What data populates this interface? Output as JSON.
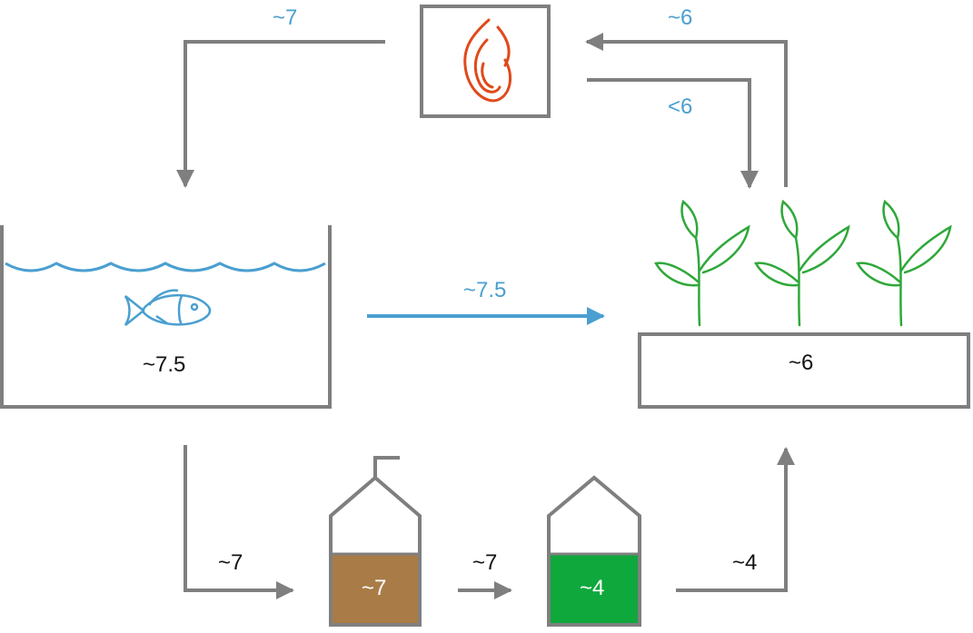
{
  "labels": {
    "heater_to_fish": "~7",
    "plants_to_heater": "~6",
    "heater_to_plants": "<6",
    "fish_tank_ph": "~7.5",
    "fish_to_plants": "~7.5",
    "plant_bed_ph": "~6",
    "fish_to_digester": "~7",
    "digester_ph": "~7",
    "digester_to_tank": "~7",
    "green_tank_ph": "~4",
    "green_to_plants": "~4"
  },
  "colors": {
    "gray": "#7f7f7f",
    "blue": "#4a9fd0",
    "flame": "#e04a1a",
    "plant": "#2fa83a",
    "brown_liquid": "#a97c47",
    "green_liquid": "#0fa83c"
  },
  "icons": {
    "heater": "flame-icon",
    "fish": "fish-icon",
    "plants": "plant-icon"
  }
}
